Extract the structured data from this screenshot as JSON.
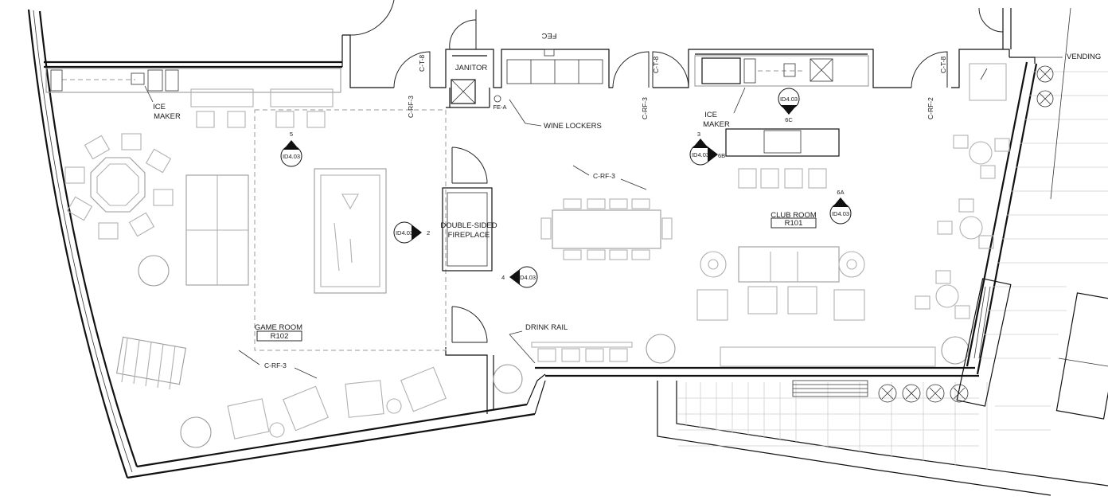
{
  "title": "",
  "rooms": {
    "club_room": {
      "name": "CLUB ROOM",
      "number": "R101"
    },
    "game_room": {
      "name": "GAME ROOM",
      "number": "R102"
    },
    "janitor": "JANITOR"
  },
  "labels": {
    "ice_maker_1": [
      "ICE",
      "MAKER"
    ],
    "ice_maker_2": [
      "ICE",
      "MAKER"
    ],
    "wine_lockers": "WINE LOCKERS",
    "double_sided_fireplace": [
      "DOUBLE-SIDED",
      "FIREPLACE"
    ],
    "drink_rail": "DRINK RAIL",
    "vending": "VENDING",
    "fec": "FEC",
    "fe_a": "FE-A"
  },
  "finish_tags": {
    "c_rf_3": "C-RF-3",
    "c_rf_2": "C-RF-2",
    "c_t_8": "C-T-8"
  },
  "elevation_tags": [
    {
      "sheet": "ID4.03",
      "view": "5"
    },
    {
      "sheet": "ID4.03",
      "view": "2"
    },
    {
      "sheet": "ID4.03",
      "view": "4"
    },
    {
      "sheet": "ID4.03",
      "view": "6C"
    },
    {
      "sheet": "ID4.03",
      "view": "3"
    },
    {
      "sheet": "ID4.03",
      "view": "6B"
    },
    {
      "sheet": "ID4.03",
      "view": "6A"
    }
  ]
}
